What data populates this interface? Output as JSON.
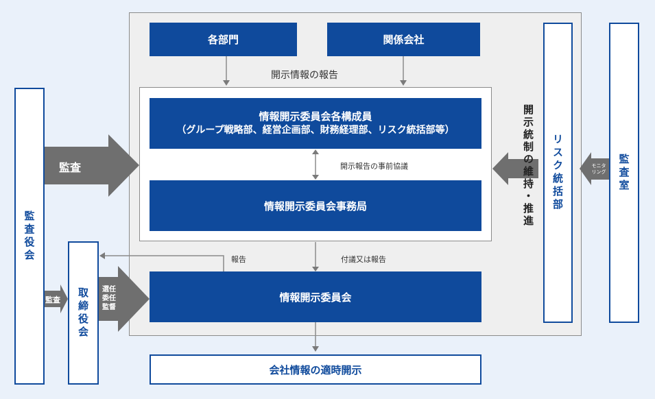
{
  "boxes": {
    "departments": "各部門",
    "affiliates": "関係会社",
    "committee_members_line1": "情報開示委員会各構成員",
    "committee_members_line2": "（グループ戦略部、経営企画部、財務経理部、リスク統括部等）",
    "secretariat": "情報開示委員会事務局",
    "committee": "情報開示委員会",
    "timely_disclosure": "会社情報の適時開示",
    "risk_dept": "リスク統括部",
    "audit_office": "監査室",
    "audit_board": "監査役会",
    "board_of_directors": "取締役会"
  },
  "labels": {
    "disclosure_report": "開示情報の報告",
    "prior_consultation": "開示報告の事前協議",
    "report": "報告",
    "referral_or_report": "付議又は報告",
    "disclosure_system": "開示統制の維持・推進",
    "monitoring_line1": "モニタ",
    "monitoring_line2": "リング",
    "audit_big": "監査",
    "audit_small": "監査",
    "appoint_line1": "選任",
    "appoint_line2": "委任",
    "appoint_line3": "監督"
  },
  "colors": {
    "navy": "#0f4a9c",
    "arrow_gray": "#6f6f6f",
    "background": "#eaf1fa"
  }
}
